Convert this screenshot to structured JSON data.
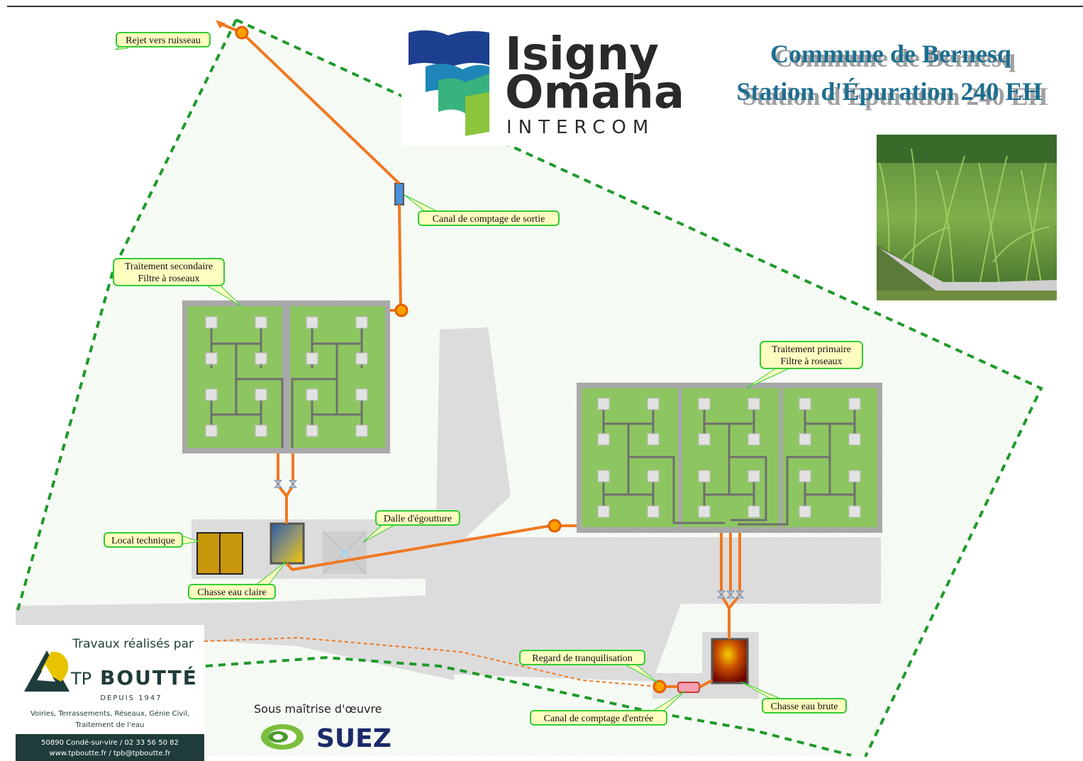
{
  "header": {
    "title_line1": "Commune de Bernesq",
    "title_line2": "Station d'Épuration 240 EH"
  },
  "logo": {
    "word1": "Isigny",
    "word2": "Omaha",
    "word3": "INTERCOM",
    "colors": [
      "#1c3f8f",
      "#1e86b8",
      "#38b27e",
      "#8cc43c"
    ]
  },
  "labels": {
    "rejet": "Rejet vers ruisseau",
    "canal_sortie": "Canal de comptage de sortie",
    "traitement_secondaire_1": "Traitement secondaire",
    "traitement_secondaire_2": "Filtre à roseaux",
    "traitement_primaire_1": "Traitement primaire",
    "traitement_primaire_2": "Filtre à roseaux",
    "local_technique": "Local technique",
    "dalle": "Dalle d'égoutture",
    "chasse_claire": "Chasse eau claire",
    "regard": "Regard de tranquilisation",
    "canal_entree": "Canal de comptage d'entrée",
    "chasse_brute": "Chasse eau brute"
  },
  "contractor": {
    "intro": "Travaux réalisés par",
    "name_tp": "TP",
    "name_boutte": "BOUTTÉ",
    "since": "DEPUIS 1947",
    "services_line1": "Voiries, Terrassements, Réseaux, Génie Civil,",
    "services_line2": "Traitement de l'eau",
    "address_line": "50890 Condé-sur-vire / 02 33 56 50 82",
    "web_line": "www.tpboutte.fr / tpb@tpboutte.fr"
  },
  "moe": {
    "label": "Sous maîtrise d'œuvre",
    "brand": "SUEZ"
  },
  "colors": {
    "pipe": "#f07820",
    "boundary": "#1e9a2a",
    "filter_green": "#8dc661",
    "filter_frame": "#a9a9a9",
    "road": "#dcdcdc",
    "callout_bg": "#fdfdc0",
    "callout_border": "#33cc33",
    "title_blue": "#1e6e90"
  }
}
